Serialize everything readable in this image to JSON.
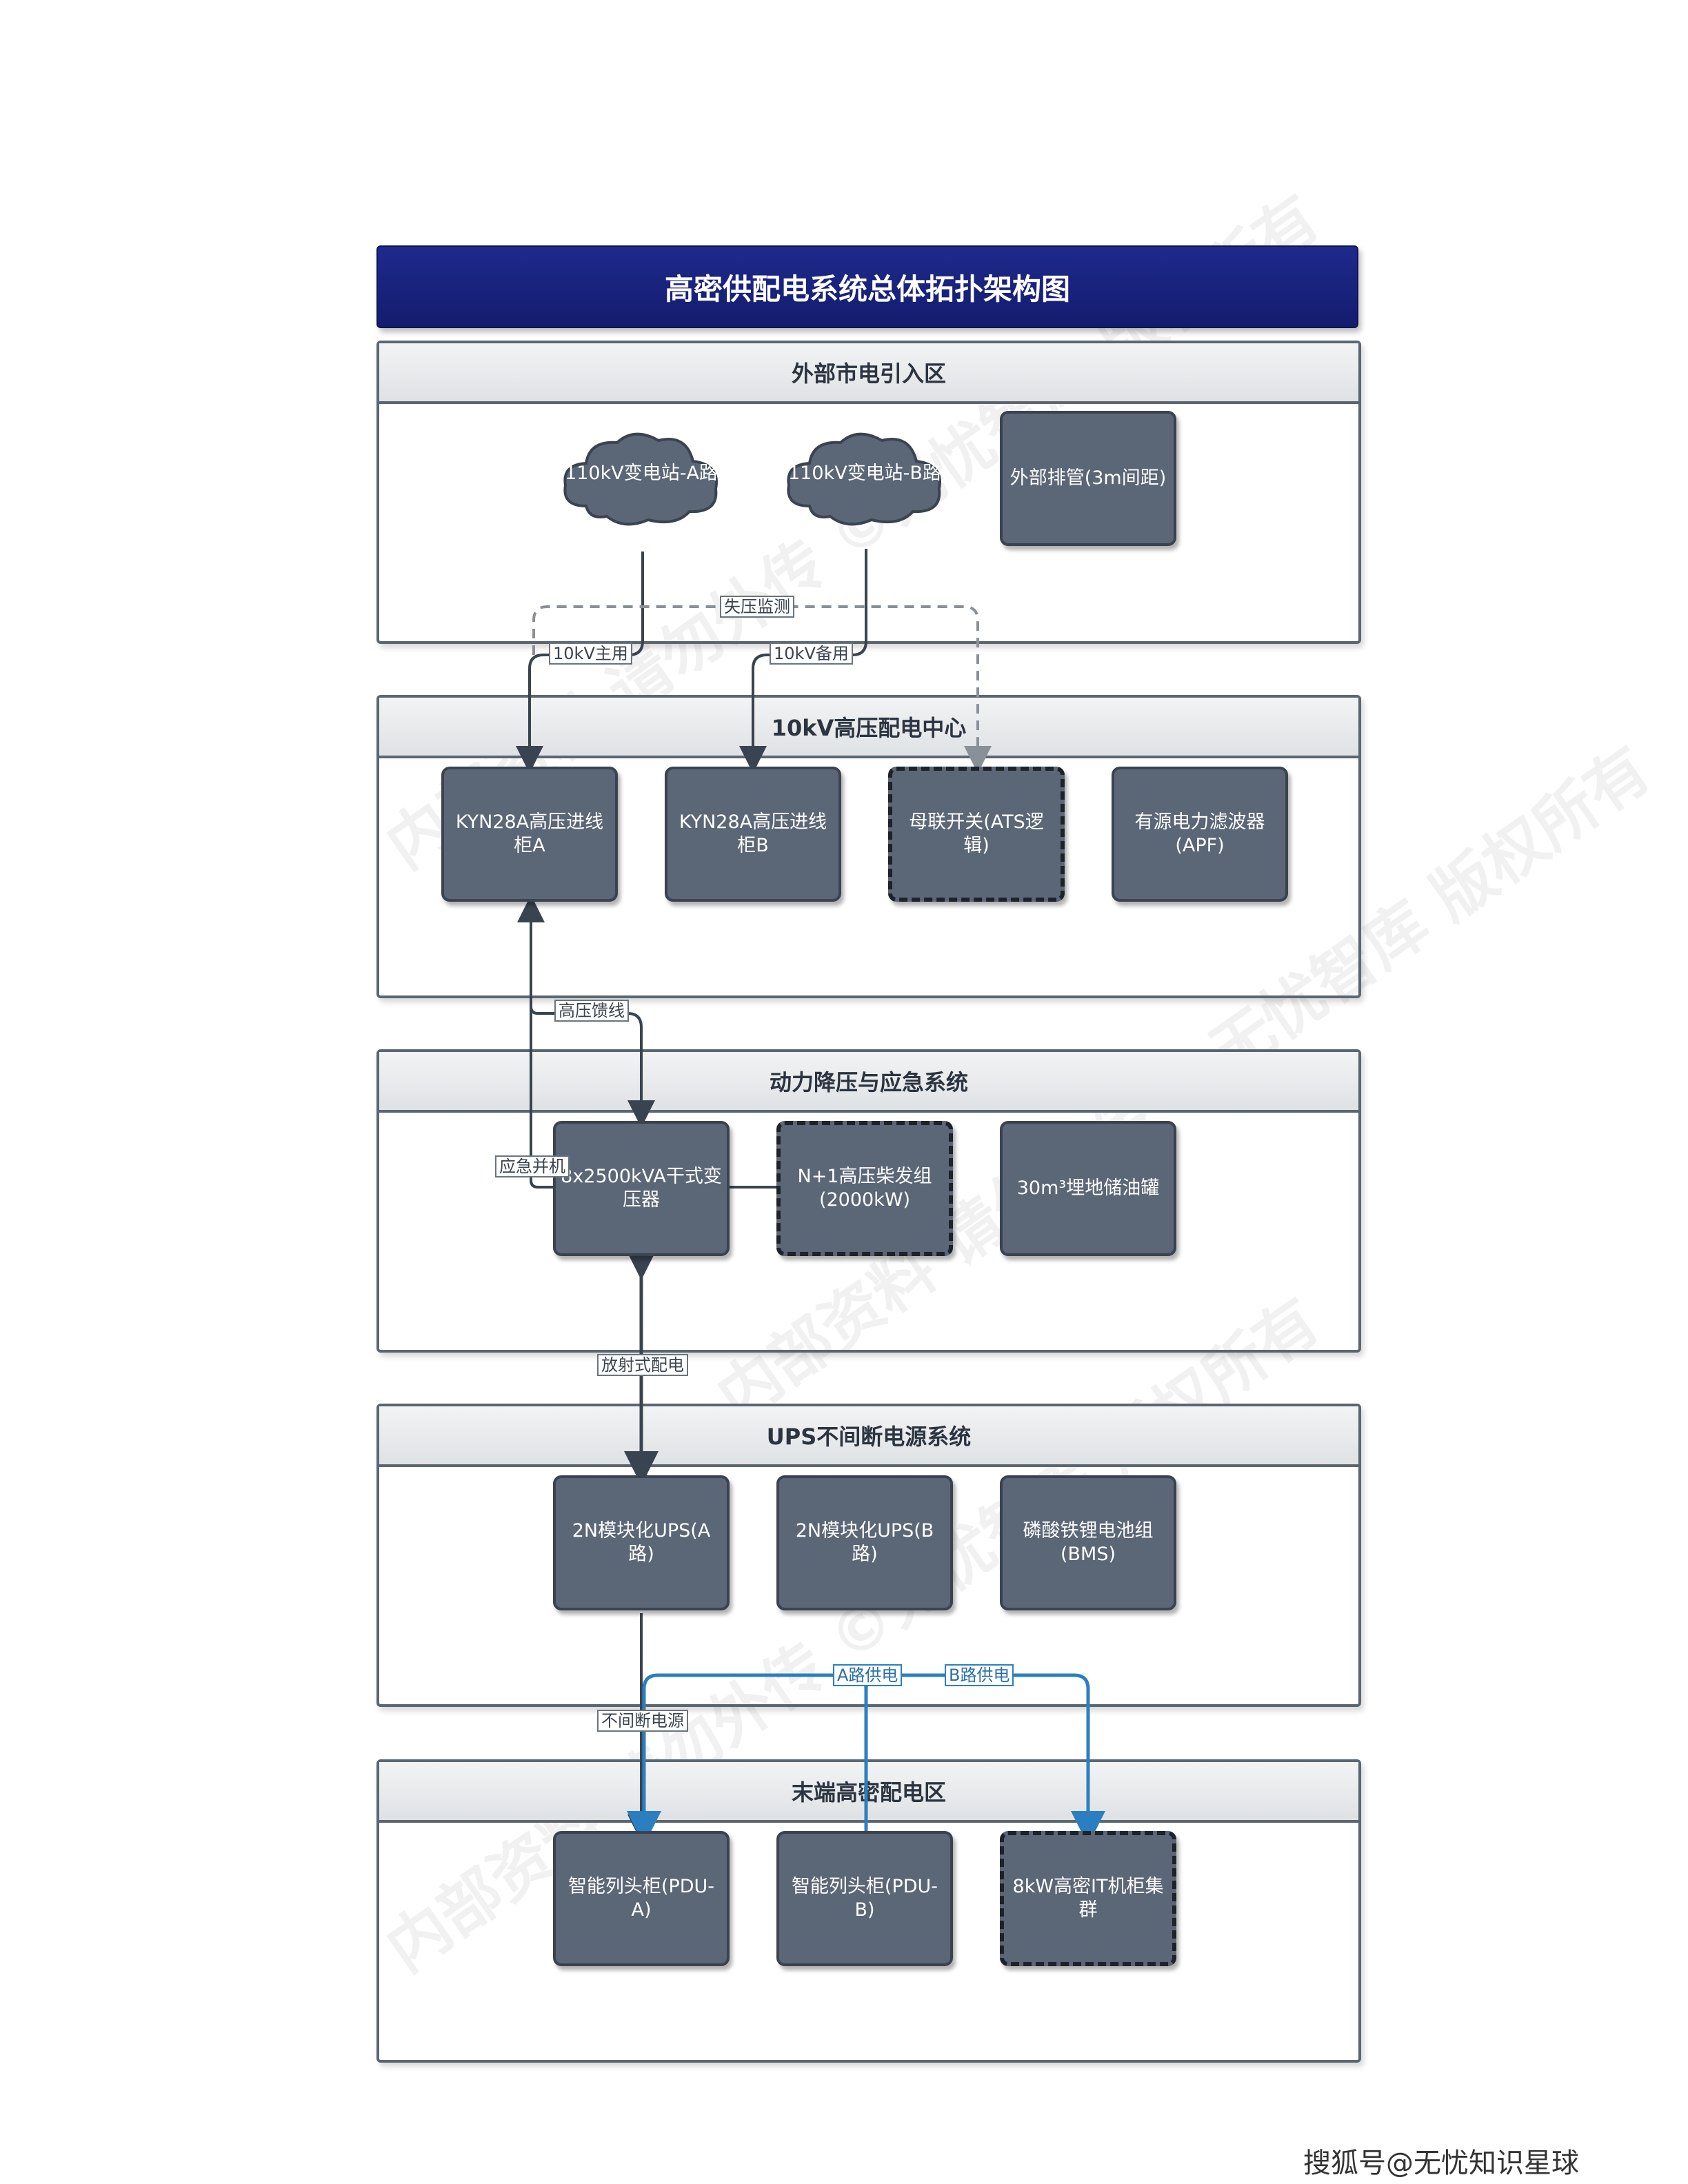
{
  "title": "高密供配电系统总体拓扑架构图",
  "sections": {
    "external": "外部市电引入区",
    "hv": "10kV高压配电中心",
    "power": "动力降压与应急系统",
    "ups": "UPS不间断电源系统",
    "terminal": "末端高密配电区"
  },
  "nodes": {
    "sub_a": "110kV变电站-A路",
    "sub_b": "110kV变电站-B路",
    "pipe": "外部排管(3m间距)",
    "kyn_a": "KYN28A高压进线柜A",
    "kyn_b": "KYN28A高压进线柜B",
    "ats": "母联开关(ATS逻辑)",
    "apf": "有源电力滤波器(APF)",
    "transformer": "8x2500kVA干式变压器",
    "diesel": "N+1高压柴发组(2000kW)",
    "oil": "30m³埋地储油罐",
    "ups_a": "2N模块化UPS(A路)",
    "ups_b": "2N模块化UPS(B路)",
    "bms": "磷酸铁锂电池组(BMS)",
    "pdu_a": "智能列头柜(PDU-A)",
    "pdu_b": "智能列头柜(PDU-B)",
    "it": "8kW高密IT机柜集群"
  },
  "edges": {
    "main": "10kV主用",
    "backup": "10kV备用",
    "monitor": "失压监测",
    "hv_feed": "高压馈线",
    "emergency": "应急并机",
    "radial": "放射式配电",
    "uninterrupted": "不间断电源",
    "a_supply": "A路供电",
    "b_supply": "B路供电"
  },
  "watermark": "内部资料 请勿外传 ©无忧智库 版权所有",
  "credit": "搜狐号@无忧知识星球",
  "colors": {
    "title_bg": "#1e2a8c",
    "node_fill": "#5b6677",
    "edge_dark": "#3a4450",
    "edge_blue": "#2b7fc0"
  }
}
